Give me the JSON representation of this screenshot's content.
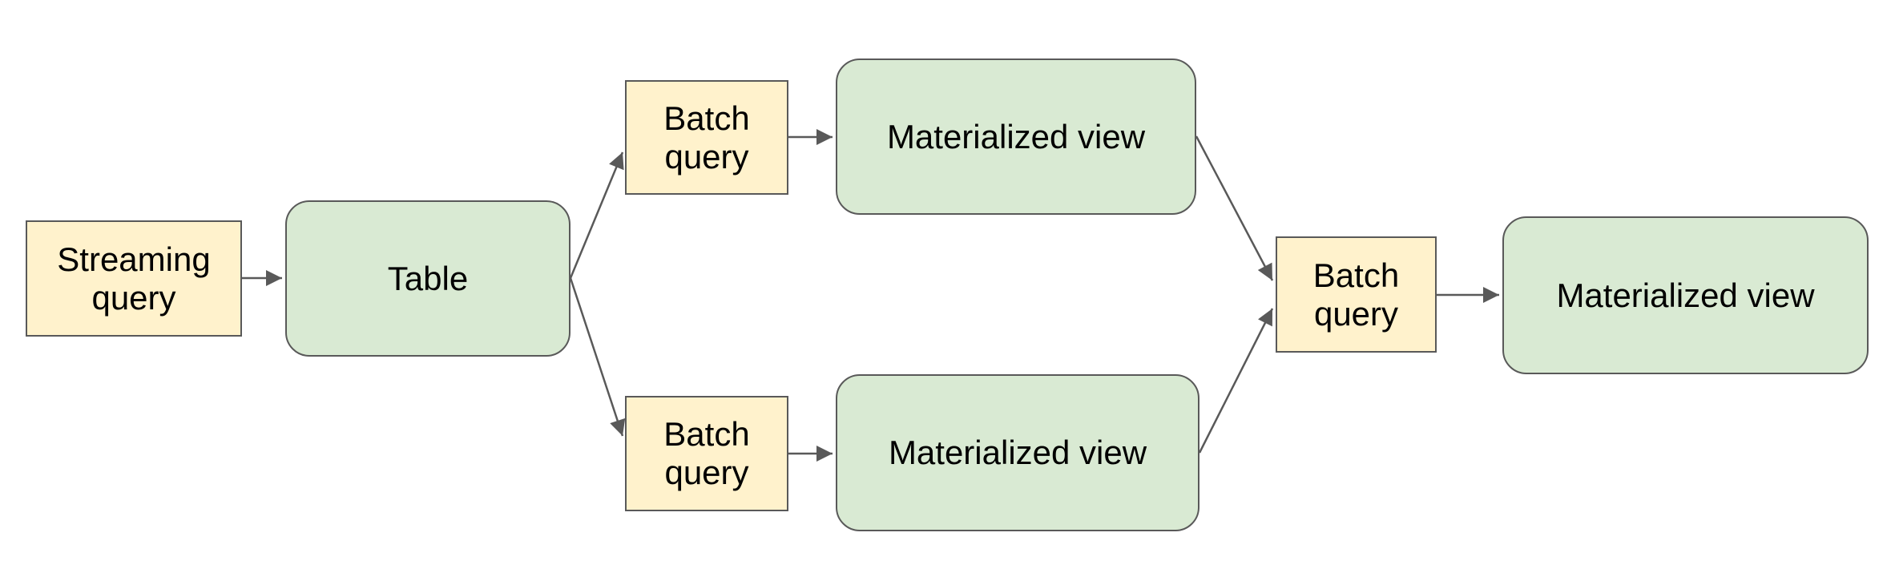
{
  "diagram": {
    "type": "flowchart",
    "background": "#ffffff",
    "colors": {
      "query_fill": "#fff2cc",
      "dataset_fill": "#d9ead3",
      "stroke": "#595959",
      "text": "#000000"
    },
    "nodes": [
      {
        "id": "streaming-query",
        "label": "Streaming query",
        "kind": "query"
      },
      {
        "id": "table",
        "label": "Table",
        "kind": "dataset"
      },
      {
        "id": "batch-query-top",
        "label": "Batch query",
        "kind": "query"
      },
      {
        "id": "materialized-view-top",
        "label": "Materialized view",
        "kind": "dataset"
      },
      {
        "id": "batch-query-bottom",
        "label": "Batch query",
        "kind": "query"
      },
      {
        "id": "materialized-view-bottom",
        "label": "Materialized view",
        "kind": "dataset"
      },
      {
        "id": "batch-query-right",
        "label": "Batch query",
        "kind": "query"
      },
      {
        "id": "materialized-view-final",
        "label": "Materialized view",
        "kind": "dataset"
      }
    ],
    "edges": [
      {
        "from": "streaming-query",
        "to": "table"
      },
      {
        "from": "table",
        "to": "batch-query-top"
      },
      {
        "from": "table",
        "to": "batch-query-bottom"
      },
      {
        "from": "batch-query-top",
        "to": "materialized-view-top"
      },
      {
        "from": "batch-query-bottom",
        "to": "materialized-view-bottom"
      },
      {
        "from": "materialized-view-top",
        "to": "batch-query-right"
      },
      {
        "from": "materialized-view-bottom",
        "to": "batch-query-right"
      },
      {
        "from": "batch-query-right",
        "to": "materialized-view-final"
      }
    ]
  }
}
